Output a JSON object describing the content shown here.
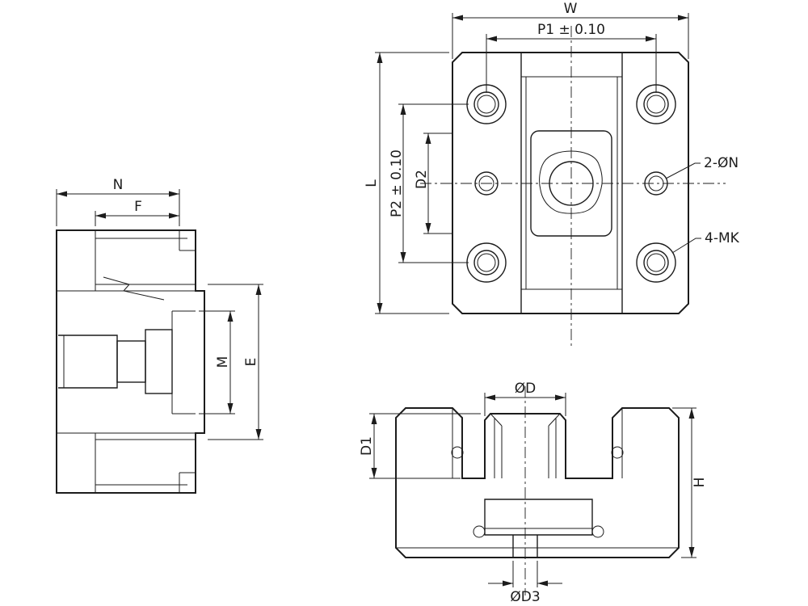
{
  "colors": {
    "line": "#1c1c1c",
    "background": "#ffffff"
  },
  "views": {
    "front": {
      "dims": {
        "w": "W",
        "p1": "P1 ± 0.10",
        "l": "L",
        "p2": "P2 ± 0.10",
        "d2": "D2",
        "n_holes": "2-ØN",
        "mk_holes": "4-MK"
      }
    },
    "side": {
      "dims": {
        "n": "N",
        "f": "F",
        "m": "M",
        "e": "E"
      }
    },
    "bottom": {
      "dims": {
        "d": "ØD",
        "d1": "D1",
        "h": "H",
        "d3": "ØD3"
      }
    }
  }
}
